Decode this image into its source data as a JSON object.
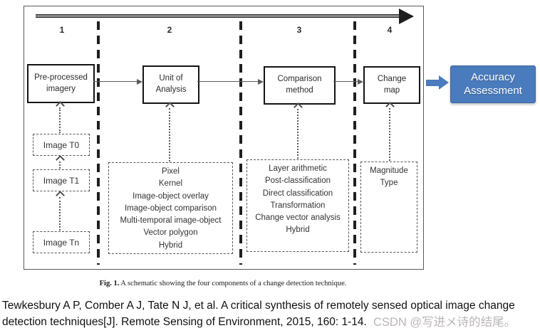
{
  "colors": {
    "accent_blue": "#4a7bbd",
    "accent_blue_border": "#39669f",
    "line_dark": "#1f1f1f",
    "watermark_gray": "#bcb6b6"
  },
  "diagram": {
    "section_numbers": [
      "1",
      "2",
      "3",
      "4"
    ],
    "main_boxes": [
      [
        "Pre-processed",
        "imagery"
      ],
      [
        "Unit of",
        "Analysis"
      ],
      [
        "Comparison",
        "method"
      ],
      [
        "Change",
        "map"
      ]
    ],
    "accuracy_box": [
      "Accuracy",
      "Assessment"
    ],
    "image_boxes": [
      "Image T0",
      "Image T1",
      "Image Tn"
    ],
    "unit_options": [
      "Pixel",
      "Kernel",
      "Image-object overlay",
      "Image-object comparison",
      "Multi-temporal image-object",
      "Vector polygon",
      "Hybrid"
    ],
    "comparison_options": [
      "Layer arithmetic",
      "Post-classification",
      "Direct classification",
      "Transformation",
      "Change vector analysis",
      "Hybrid"
    ],
    "map_options": [
      "Magnitude",
      "Type"
    ]
  },
  "caption": {
    "prefix": "Fig. 1.",
    "text": " A schematic showing the four components of a change detection technique."
  },
  "citation": {
    "line1": "Tewkesbury A P, Comber A J, Tate N J, et al. A critical synthesis of remotely sensed optical image change",
    "line2": "detection techniques[J]. Remote Sensing of Environment, 2015, 160: 1-14."
  },
  "watermark": "CSDN @写进メ诗的结尾。"
}
